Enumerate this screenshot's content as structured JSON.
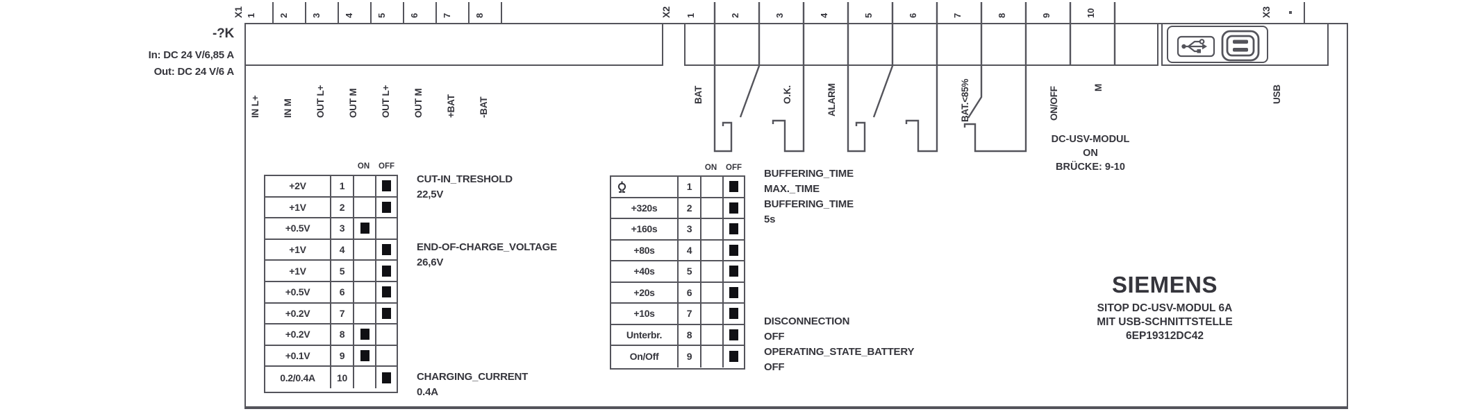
{
  "colors": {
    "line": "#54545b",
    "text": "#35353c",
    "dip_switch_square": "#101014"
  },
  "device": {
    "designator": "-?K",
    "input_rating": "In:  DC 24 V/6,85 A",
    "output_rating": "Out: DC 24 V/6 A"
  },
  "x1": {
    "label": "X1",
    "pins": [
      {
        "num": "1",
        "label": "IN L+"
      },
      {
        "num": "2",
        "label": "IN M"
      },
      {
        "num": "3",
        "label": "OUT L+"
      },
      {
        "num": "4",
        "label": "OUT M"
      },
      {
        "num": "5",
        "label": "OUT L+"
      },
      {
        "num": "6",
        "label": "OUT M"
      },
      {
        "num": "7",
        "label": "+BAT"
      },
      {
        "num": "8",
        "label": "-BAT"
      }
    ]
  },
  "x2": {
    "label": "X2",
    "pins": [
      {
        "num": "1"
      },
      {
        "num": "2"
      },
      {
        "num": "3"
      },
      {
        "num": "4"
      },
      {
        "num": "5"
      },
      {
        "num": "6"
      },
      {
        "num": "7"
      },
      {
        "num": "8"
      },
      {
        "num": "9"
      },
      {
        "num": "10"
      }
    ],
    "signals": {
      "bat": "BAT",
      "ok": "O.K.",
      "alarm": "ALARM",
      "bat_lt_85": "BAT.<85%",
      "on_off": "ON/OFF",
      "m": "M"
    },
    "note": {
      "line1": "DC-USV-MODUL",
      "line2": "ON",
      "line3": "BRÜCKE: 9-10"
    }
  },
  "x3": {
    "label": "X3",
    "dot": ".",
    "port_label": "USB",
    "icons": [
      "usb-symbol-icon",
      "usb-b-port-icon"
    ]
  },
  "dip1": {
    "header_on": "ON",
    "header_off": "OFF",
    "rows": [
      {
        "label": "+2V",
        "num": "1",
        "state": "off"
      },
      {
        "label": "+1V",
        "num": "2",
        "state": "off"
      },
      {
        "label": "+0.5V",
        "num": "3",
        "state": "on"
      },
      {
        "label": "+1V",
        "num": "4",
        "state": "off"
      },
      {
        "label": "+1V",
        "num": "5",
        "state": "off"
      },
      {
        "label": "+0.5V",
        "num": "6",
        "state": "off"
      },
      {
        "label": "+0.2V",
        "num": "7",
        "state": "off"
      },
      {
        "label": "+0.2V",
        "num": "8",
        "state": "on"
      },
      {
        "label": "+0.1V",
        "num": "9",
        "state": "on"
      },
      {
        "label": "0.2/0.4A",
        "num": "10",
        "state": "off"
      }
    ],
    "annotations": {
      "cut_in_title": "CUT-IN_TRESHOLD",
      "cut_in_value": "22,5V",
      "end_of_charge_title": "END-OF-CHARGE_VOLTAGE",
      "end_of_charge_value": "26,6V",
      "charging_title": "CHARGING_CURRENT",
      "charging_value": "0.4A"
    }
  },
  "dip2": {
    "header_on": "ON",
    "header_off": "OFF",
    "rows": [
      {
        "label": "",
        "icon": "time-symbol-icon",
        "num": "1",
        "state": "off"
      },
      {
        "label": "+320s",
        "num": "2",
        "state": "off"
      },
      {
        "label": "+160s",
        "num": "3",
        "state": "off"
      },
      {
        "label": "+80s",
        "num": "4",
        "state": "off"
      },
      {
        "label": "+40s",
        "num": "5",
        "state": "off"
      },
      {
        "label": "+20s",
        "num": "6",
        "state": "off"
      },
      {
        "label": "+10s",
        "num": "7",
        "state": "off"
      },
      {
        "label": "Unterbr.",
        "num": "8",
        "state": "off"
      },
      {
        "label": "On/Off",
        "num": "9",
        "state": "off"
      }
    ],
    "annotations": {
      "buffering_title": "BUFFERING_TIME",
      "buffering_line2": "MAX._TIME",
      "buffering_line3": "BUFFERING_TIME",
      "buffering_value": "5s",
      "disconnection_title": "DISCONNECTION",
      "disconnection_value": "OFF",
      "operating_title": "OPERATING_STATE_BATTERY",
      "operating_value": "OFF"
    }
  },
  "brand": {
    "logo": "SIEMENS",
    "product_line1": "SITOP DC-USV-MODUL 6A",
    "product_line2": "MIT USB-SCHNITTSTELLE",
    "order_number": "6EP19312DC42"
  }
}
